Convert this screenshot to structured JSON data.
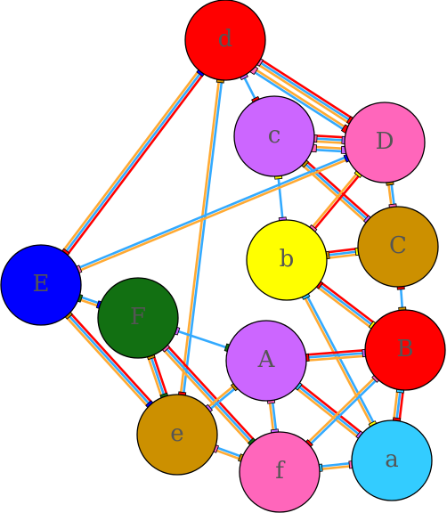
{
  "diagram": {
    "nodes": [
      {
        "id": "d",
        "label": "d",
        "color": "#ff0000"
      },
      {
        "id": "c",
        "label": "c",
        "color": "#cc66ff"
      },
      {
        "id": "D",
        "label": "D",
        "color": "#ff66bb"
      },
      {
        "id": "b",
        "label": "b",
        "color": "#ffff00"
      },
      {
        "id": "C",
        "label": "C",
        "color": "#cc9000"
      },
      {
        "id": "E",
        "label": "E",
        "color": "#0000ff"
      },
      {
        "id": "F",
        "label": "F",
        "color": "#127012"
      },
      {
        "id": "A",
        "label": "A",
        "color": "#cc66ff"
      },
      {
        "id": "B",
        "label": "B",
        "color": "#ff0000"
      },
      {
        "id": "e",
        "label": "e",
        "color": "#cc9000"
      },
      {
        "id": "f",
        "label": "f",
        "color": "#ff66bb"
      },
      {
        "id": "a",
        "label": "a",
        "color": "#33ccff"
      }
    ],
    "edges": [
      {
        "from": "d",
        "to": "E",
        "colors": [
          "#ff0000",
          "#33aaff",
          "#ffaa33"
        ]
      },
      {
        "from": "d",
        "to": "e",
        "colors": [
          "#33aaff",
          "#ffaa33"
        ]
      },
      {
        "from": "d",
        "to": "c",
        "colors": [
          "#33aaff"
        ]
      },
      {
        "from": "d",
        "to": "D",
        "colors": [
          "#ff0000",
          "#33aaff",
          "#ffaa33"
        ]
      },
      {
        "from": "d",
        "to": "D",
        "colors": [
          "#ffaa33",
          "#33aaff"
        ]
      },
      {
        "from": "c",
        "to": "D",
        "colors": [
          "#ff0000",
          "#33aaff",
          "#ffaa33"
        ]
      },
      {
        "from": "c",
        "to": "D",
        "colors": [
          "#ffaa33",
          "#33aaff"
        ]
      },
      {
        "from": "c",
        "to": "b",
        "colors": [
          "#33aaff"
        ]
      },
      {
        "from": "c",
        "to": "C",
        "colors": [
          "#ff0000",
          "#33aaff",
          "#ffaa33"
        ]
      },
      {
        "from": "D",
        "to": "C",
        "colors": [
          "#33aaff",
          "#ffaa33"
        ]
      },
      {
        "from": "D",
        "to": "E",
        "colors": [
          "#ffaa33",
          "#33aaff"
        ]
      },
      {
        "from": "D",
        "to": "b",
        "colors": [
          "#ff0000",
          "#ffaa33"
        ]
      },
      {
        "from": "b",
        "to": "C",
        "colors": [
          "#ff0000",
          "#33aaff",
          "#ffaa33"
        ]
      },
      {
        "from": "b",
        "to": "B",
        "colors": [
          "#ff0000",
          "#33aaff",
          "#ffaa33"
        ]
      },
      {
        "from": "b",
        "to": "a",
        "colors": [
          "#33aaff",
          "#ffaa33"
        ]
      },
      {
        "from": "C",
        "to": "B",
        "colors": [
          "#33aaff"
        ]
      },
      {
        "from": "E",
        "to": "F",
        "colors": [
          "#33aaff",
          "#ffaa33"
        ]
      },
      {
        "from": "E",
        "to": "e",
        "colors": [
          "#ff0000",
          "#33aaff",
          "#ffaa33"
        ]
      },
      {
        "from": "F",
        "to": "A",
        "colors": [
          "#33aaff"
        ]
      },
      {
        "from": "F",
        "to": "e",
        "colors": [
          "#ff0000",
          "#33aaff",
          "#ffaa33"
        ]
      },
      {
        "from": "F",
        "to": "f",
        "colors": [
          "#ff0000",
          "#33aaff",
          "#ffaa33"
        ]
      },
      {
        "from": "A",
        "to": "B",
        "colors": [
          "#ff0000",
          "#33aaff",
          "#ffaa33"
        ]
      },
      {
        "from": "A",
        "to": "a",
        "colors": [
          "#ff0000",
          "#33aaff",
          "#ffaa33"
        ]
      },
      {
        "from": "A",
        "to": "e",
        "colors": [
          "#33aaff",
          "#ffaa33"
        ]
      },
      {
        "from": "A",
        "to": "f",
        "colors": [
          "#33aaff",
          "#ffaa33"
        ]
      },
      {
        "from": "B",
        "to": "a",
        "colors": [
          "#ff0000",
          "#33aaff",
          "#ffaa33"
        ]
      },
      {
        "from": "B",
        "to": "f",
        "colors": [
          "#33aaff",
          "#ffaa33"
        ]
      },
      {
        "from": "e",
        "to": "f",
        "colors": [
          "#33aaff",
          "#ffaa33"
        ]
      },
      {
        "from": "f",
        "to": "a",
        "colors": [
          "#33aaff",
          "#ffaa33"
        ]
      }
    ]
  }
}
